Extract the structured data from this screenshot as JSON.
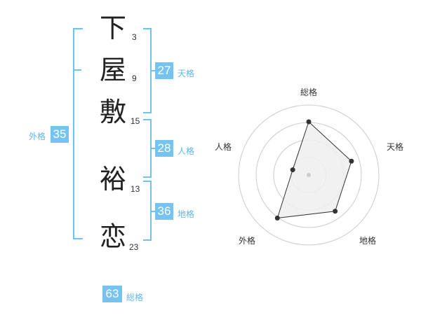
{
  "name": {
    "chars": [
      {
        "char": "下",
        "strokes": "3"
      },
      {
        "char": "屋",
        "strokes": "9"
      },
      {
        "char": "敷",
        "strokes": "15"
      },
      {
        "char": "裕",
        "strokes": "13"
      },
      {
        "char": "恋",
        "strokes": "23"
      }
    ]
  },
  "fortune": {
    "tenkaku": {
      "value": "27",
      "label": "天格"
    },
    "jinkaku": {
      "value": "28",
      "label": "人格"
    },
    "chikaku": {
      "value": "36",
      "label": "地格"
    },
    "gaikaku": {
      "value": "35",
      "label": "外格"
    },
    "soukaku": {
      "value": "63",
      "label": "総格"
    }
  },
  "chart_data": {
    "type": "radar",
    "axes": [
      "総格",
      "天格",
      "地格",
      "外格",
      "人格"
    ],
    "values": [
      0.76,
      0.64,
      0.64,
      0.76,
      0.24
    ],
    "rings": 4,
    "fill_color": "#efefef",
    "line_color": "#333333",
    "ring_color": "#cccccc"
  }
}
